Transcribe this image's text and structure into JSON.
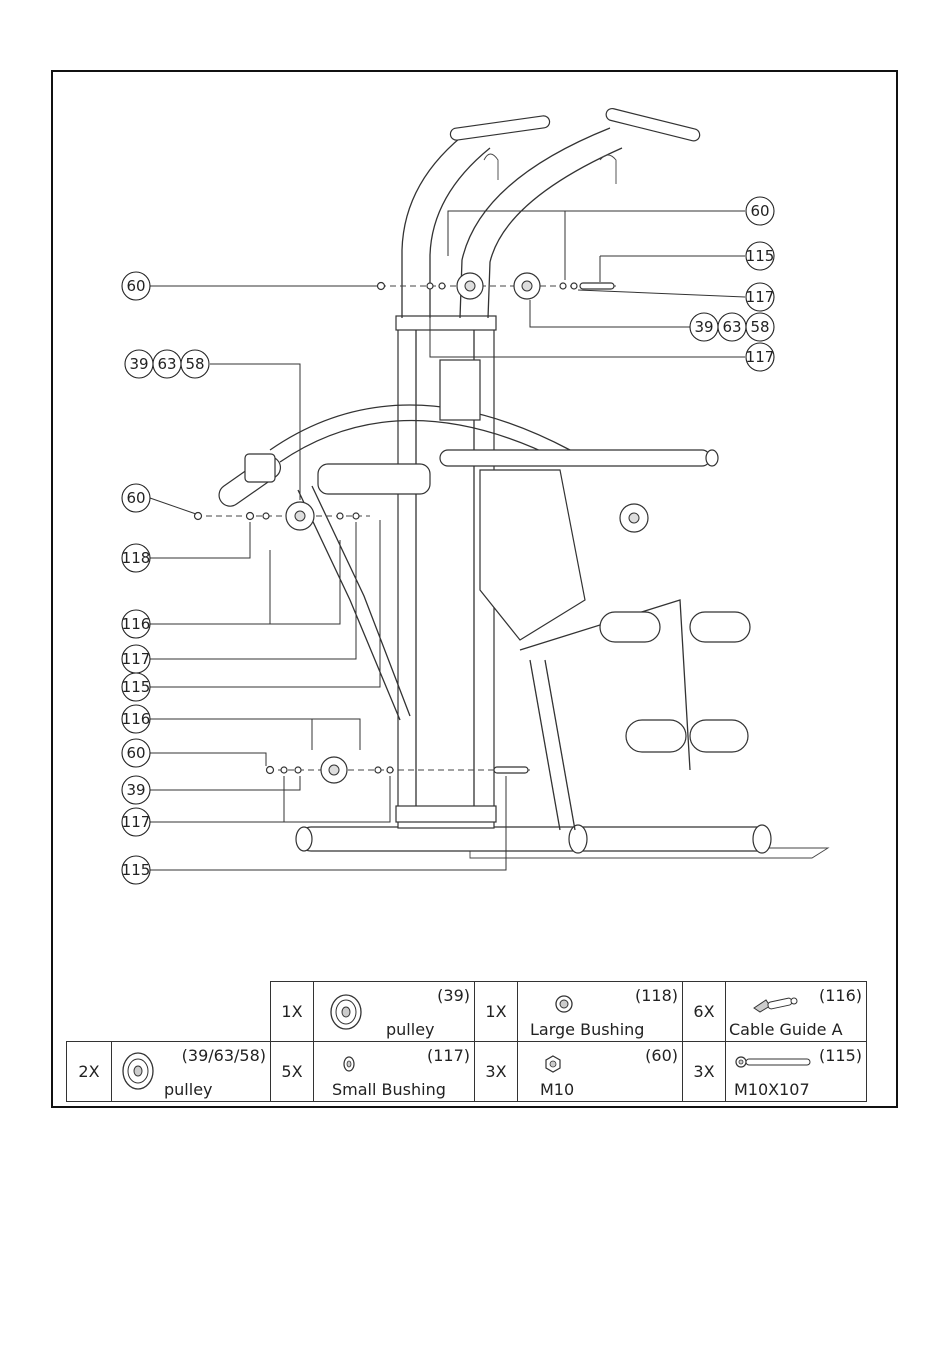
{
  "callouts": {
    "c60_right_top": "60",
    "c115_top": "115",
    "c117_top": "117",
    "c39_top": "39",
    "c63_top": "63",
    "c58_top": "58",
    "c117_mid": "117",
    "c60_left_top": "60",
    "c39_left": "39",
    "c63_left": "63",
    "c58_left": "58",
    "c60_left_mid": "60",
    "c118": "118",
    "c116_a": "116",
    "c117_a": "117",
    "c115_a": "115",
    "c116_b": "116",
    "c60_b": "60",
    "c39_b": "39",
    "c117_b": "117",
    "c115_b": "115"
  },
  "parts_table": {
    "row1": [
      {
        "qty": "1X",
        "code": "(39)",
        "name": "pulley",
        "icon": "pulley-icon"
      },
      {
        "qty": "1X",
        "code": "(118)",
        "name": "Large Bushing",
        "icon": "large-bushing-icon"
      },
      {
        "qty": "6X",
        "code": "(116)",
        "name": "Cable Guide A",
        "icon": "cable-guide-icon"
      }
    ],
    "row2": [
      {
        "qty": "2X",
        "code": "(39/63/58)",
        "name": "pulley",
        "icon": "pulley-icon"
      },
      {
        "qty": "5X",
        "code": "(117)",
        "name": "Small Bushing",
        "icon": "small-bushing-icon"
      },
      {
        "qty": "3X",
        "code": "(60)",
        "name": "M10",
        "icon": "nut-icon"
      },
      {
        "qty": "3X",
        "code": "(115)",
        "name": "M10X107",
        "icon": "bolt-icon"
      }
    ]
  }
}
